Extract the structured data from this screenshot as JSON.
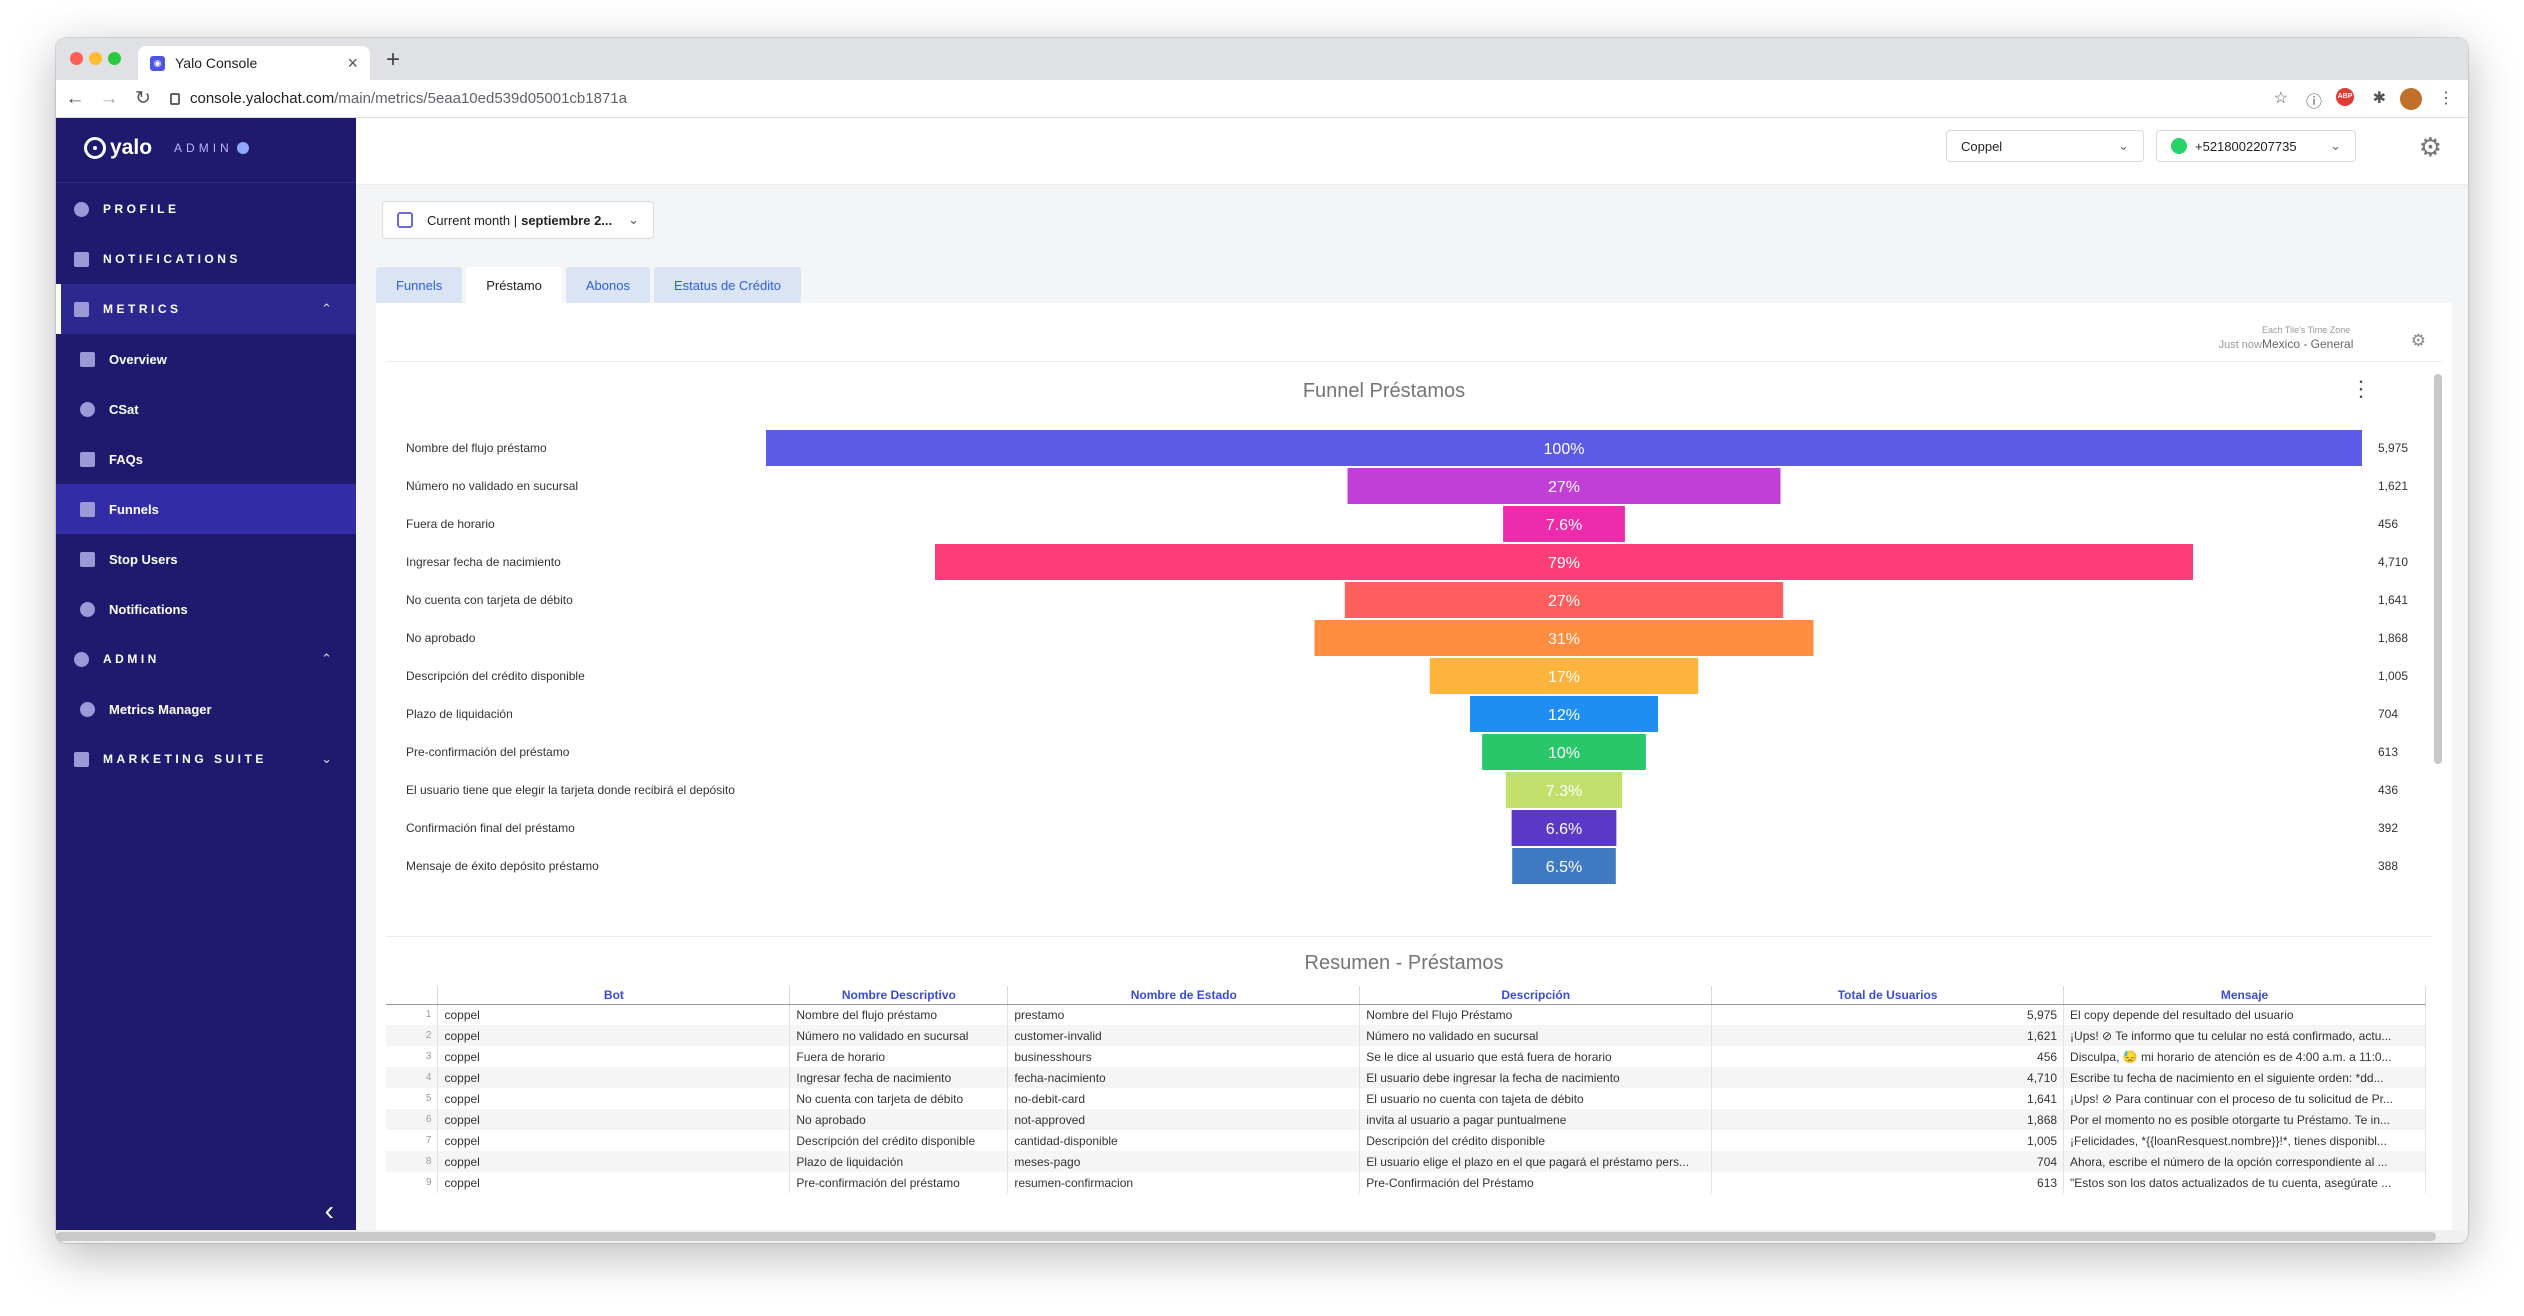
{
  "browser": {
    "tab_title": "Yalo Console",
    "url_host": "console.yalochat.com",
    "url_path": "/main/metrics/5eaa10ed539d05001cb1871a"
  },
  "sidebar": {
    "logo": "yalo",
    "admin_label": "ADMIN",
    "sections": [
      {
        "label": "PROFILE"
      },
      {
        "label": "NOTIFICATIONS"
      },
      {
        "label": "METRICS"
      },
      {
        "label": "ADMIN"
      },
      {
        "label": "MARKETING SUITE"
      }
    ],
    "metrics_items": [
      "Overview",
      "CSat",
      "FAQs",
      "Funnels",
      "Stop Users",
      "Notifications"
    ],
    "admin_items": [
      "Metrics Manager"
    ]
  },
  "topbar": {
    "company": "Coppel",
    "phone": "+5218002207735"
  },
  "date_picker": {
    "label": "Current month |",
    "value": "septiembre 2..."
  },
  "tabs": [
    "Funnels",
    "Préstamo",
    "Abonos",
    "Estatus de Crédito"
  ],
  "report": {
    "just_now": "Just now",
    "tz_label": "Each Tile's Time Zone",
    "tz_value": "Mexico - General"
  },
  "chart_data": {
    "type": "funnel",
    "title": "Funnel Préstamos",
    "colors": [
      "#5b5be8",
      "#c23ed9",
      "#ee2aac",
      "#fd3d7a",
      "#ff5e5e",
      "#ff8c3f",
      "#fdb43c",
      "#1f8ef3",
      "#28c76a",
      "#c3df6b",
      "#5b39c6",
      "#3f7ac2"
    ],
    "stages": [
      {
        "label": "Nombre del flujo préstamo",
        "percent": "100%",
        "value": 5975
      },
      {
        "label": "Número no validado en sucursal",
        "percent": "27%",
        "value": 1621
      },
      {
        "label": "Fuera de horario",
        "percent": "7.6%",
        "value": 456
      },
      {
        "label": "Ingresar fecha de nacimiento",
        "percent": "79%",
        "value": 4710
      },
      {
        "label": "No cuenta con tarjeta de débito",
        "percent": "27%",
        "value": 1641
      },
      {
        "label": "No aprobado",
        "percent": "31%",
        "value": 1868
      },
      {
        "label": "Descripción del crédito disponible",
        "percent": "17%",
        "value": 1005
      },
      {
        "label": "Plazo de liquidación",
        "percent": "12%",
        "value": 704
      },
      {
        "label": "Pre-confirmación del préstamo",
        "percent": "10%",
        "value": 613
      },
      {
        "label": "El usuario tiene que elegir la tarjeta donde recibirá el depósito",
        "percent": "7.3%",
        "value": 436
      },
      {
        "label": "Confirmación final del préstamo",
        "percent": "6.6%",
        "value": 392
      },
      {
        "label": "Mensaje de éxito depósito préstamo",
        "percent": "6.5%",
        "value": 388
      }
    ],
    "value_labels": [
      "5,975",
      "1,621",
      "456",
      "4,710",
      "1,641",
      "1,868",
      "1,005",
      "704",
      "613",
      "436",
      "392",
      "388"
    ]
  },
  "summary": {
    "title": "Resumen - Préstamos",
    "columns": [
      "Bot",
      "Nombre Descriptivo",
      "Nombre de Estado",
      "Descripción",
      "Total de Usuarios",
      "Mensaje"
    ],
    "rows": [
      [
        "1",
        "coppel",
        "Nombre del flujo préstamo",
        "prestamo",
        "Nombre del Flujo Préstamo",
        "5,975",
        "El copy depende del resultado del usuario"
      ],
      [
        "2",
        "coppel",
        "Número no validado en sucursal",
        "customer-invalid",
        "Número no validado en sucursal",
        "1,621",
        "¡Ups! ⊘ Te informo que tu celular no está confirmado, actu..."
      ],
      [
        "3",
        "coppel",
        "Fuera de horario",
        "businesshours",
        "Se le dice al usuario que está fuera de horario",
        "456",
        "Disculpa, 😓 mi horario de atención es de 4:00 a.m. a 11:0..."
      ],
      [
        "4",
        "coppel",
        "Ingresar fecha de nacimiento",
        "fecha-nacimiento",
        "El usuario debe ingresar la fecha de nacimiento",
        "4,710",
        "Escribe tu fecha de nacimiento en el siguiente orden: *dd..."
      ],
      [
        "5",
        "coppel",
        "No cuenta con tarjeta de débito",
        "no-debit-card",
        "El usuario no cuenta con tajeta de débito",
        "1,641",
        "¡Ups! ⊘ Para continuar con el proceso de tu solicitud de Pr..."
      ],
      [
        "6",
        "coppel",
        "No aprobado",
        "not-approved",
        "invita al usuario a pagar puntualmene",
        "1,868",
        "Por el momento no es posible otorgarte tu Préstamo. Te in..."
      ],
      [
        "7",
        "coppel",
        "Descripción del crédito disponible",
        "cantidad-disponible",
        "Descripción del crédito disponible",
        "1,005",
        "¡Felicidades, *{{loanResquest.nombre}}!*, tienes disponibl..."
      ],
      [
        "8",
        "coppel",
        "Plazo de liquidación",
        "meses-pago",
        "El usuario elige el plazo en el que pagará el préstamo pers...",
        "704",
        "Ahora, escribe el número de la opción correspondiente al ..."
      ],
      [
        "9",
        "coppel",
        "Pre-confirmación del préstamo",
        "resumen-confirmacion",
        "Pre-Confirmación del Préstamo",
        "613",
        "\"Estos son los datos actualizados de tu cuenta, asegúrate ..."
      ]
    ]
  }
}
